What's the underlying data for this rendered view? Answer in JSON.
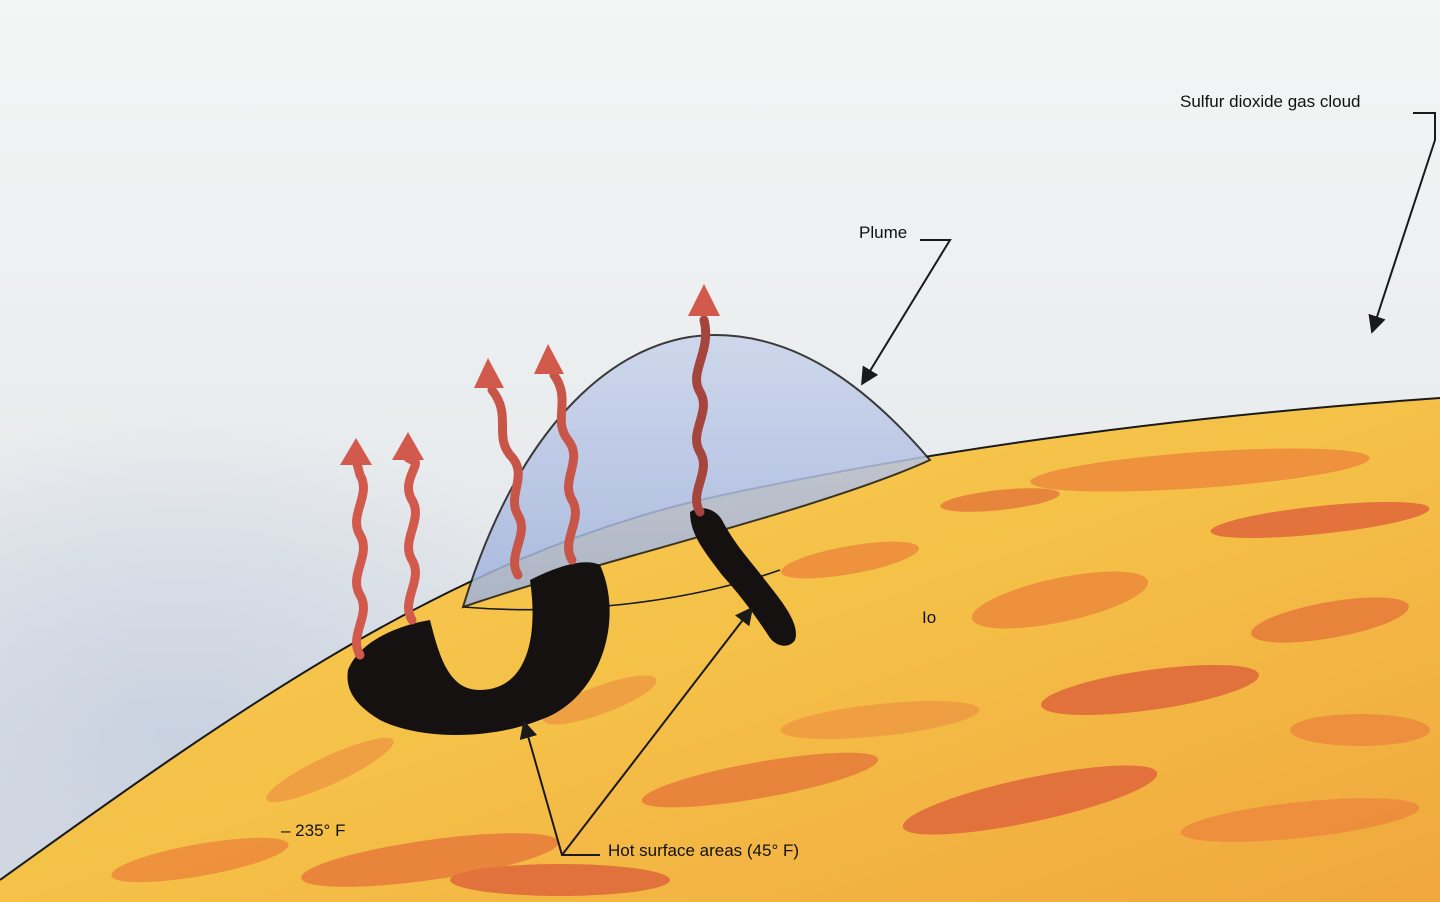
{
  "labels": {
    "gas_cloud": "Sulfur dioxide gas cloud",
    "plume": "Plume",
    "moon": "Io",
    "cold_temp": "– 235° F",
    "hot_areas": "Hot surface areas (45° F)"
  },
  "colors": {
    "sky_top": "#eef1f1",
    "sky_bottom": "#d9dde2",
    "haze": "#cfd8e6",
    "surface_yellow": "#f6c74a",
    "surface_orange": "#ec8a3c",
    "surface_red": "#e0663a",
    "plume_fill": "#aebee0",
    "hot_spot": "#151111",
    "heat_arrow": "#d25a4c",
    "heat_arrow_dark": "#7a3a34",
    "outline": "#1a1a1a"
  }
}
